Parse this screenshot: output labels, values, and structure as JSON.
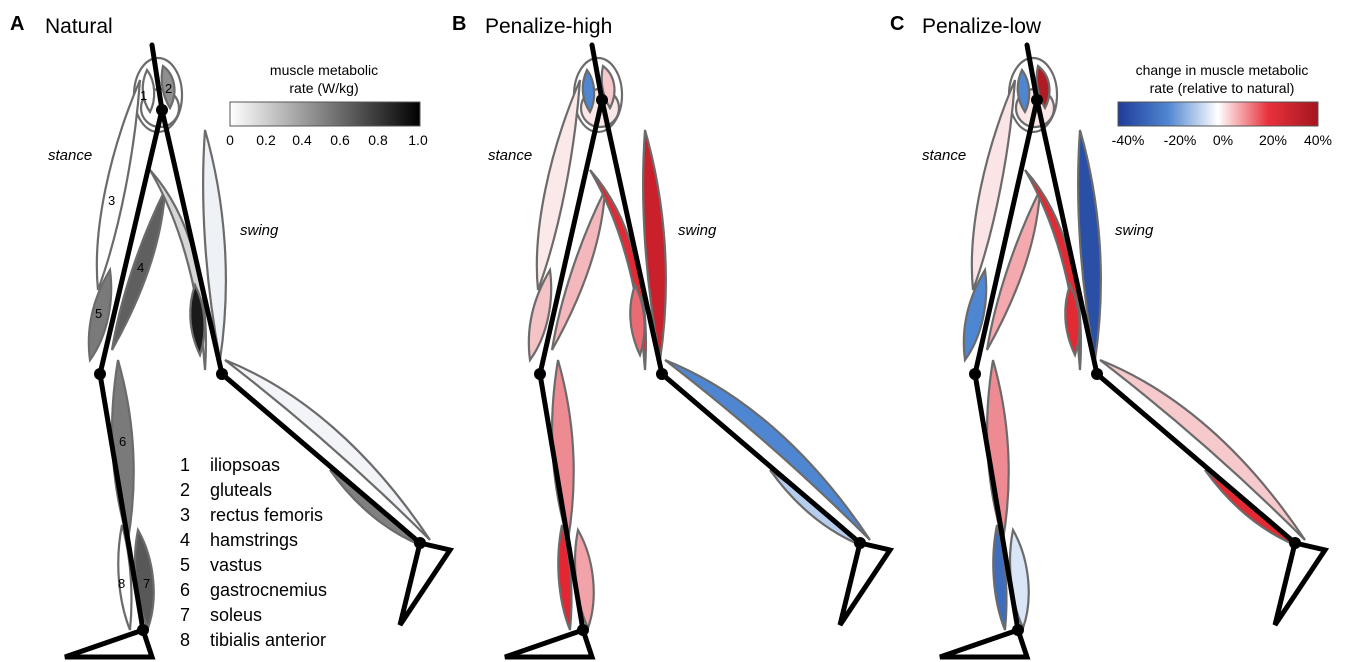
{
  "panels": [
    {
      "letter": "A",
      "title": "Natural"
    },
    {
      "letter": "B",
      "title": "Penalize-high"
    },
    {
      "letter": "C",
      "title": "Penalize-low"
    }
  ],
  "stance_label": "stance",
  "swing_label": "swing",
  "colorbar_a": {
    "title_line1": "muscle metabolic",
    "title_line2": "rate (W/kg)",
    "ticks": [
      "0",
      "0.2",
      "0.4",
      "0.6",
      "0.8",
      "1.0"
    ]
  },
  "colorbar_c": {
    "title_line1": "change in muscle metabolic",
    "title_line2": "rate (relative to natural)",
    "ticks": [
      "-40%",
      "-20%",
      "0%",
      "20%",
      "40%"
    ]
  },
  "muscle_numbers": [
    "1",
    "2",
    "3",
    "4",
    "5",
    "6",
    "7",
    "8"
  ],
  "legend": [
    {
      "num": "1",
      "name": "iliopsoas"
    },
    {
      "num": "2",
      "name": "gluteals"
    },
    {
      "num": "3",
      "name": "rectus femoris"
    },
    {
      "num": "4",
      "name": "hamstrings"
    },
    {
      "num": "5",
      "name": "vastus"
    },
    {
      "num": "6",
      "name": "gastrocnemius"
    },
    {
      "num": "7",
      "name": "soleus"
    },
    {
      "num": "8",
      "name": "tibialis anterior"
    }
  ],
  "colors": {
    "muscle_outline": "#6b6b6b",
    "bone": "#000000",
    "blue_strong": "#2a4fa6",
    "blue_mid": "#4f86d1",
    "red_strong": "#d61f2a",
    "red_mid": "#ea6b74",
    "pink": "#f3b7bc"
  }
}
